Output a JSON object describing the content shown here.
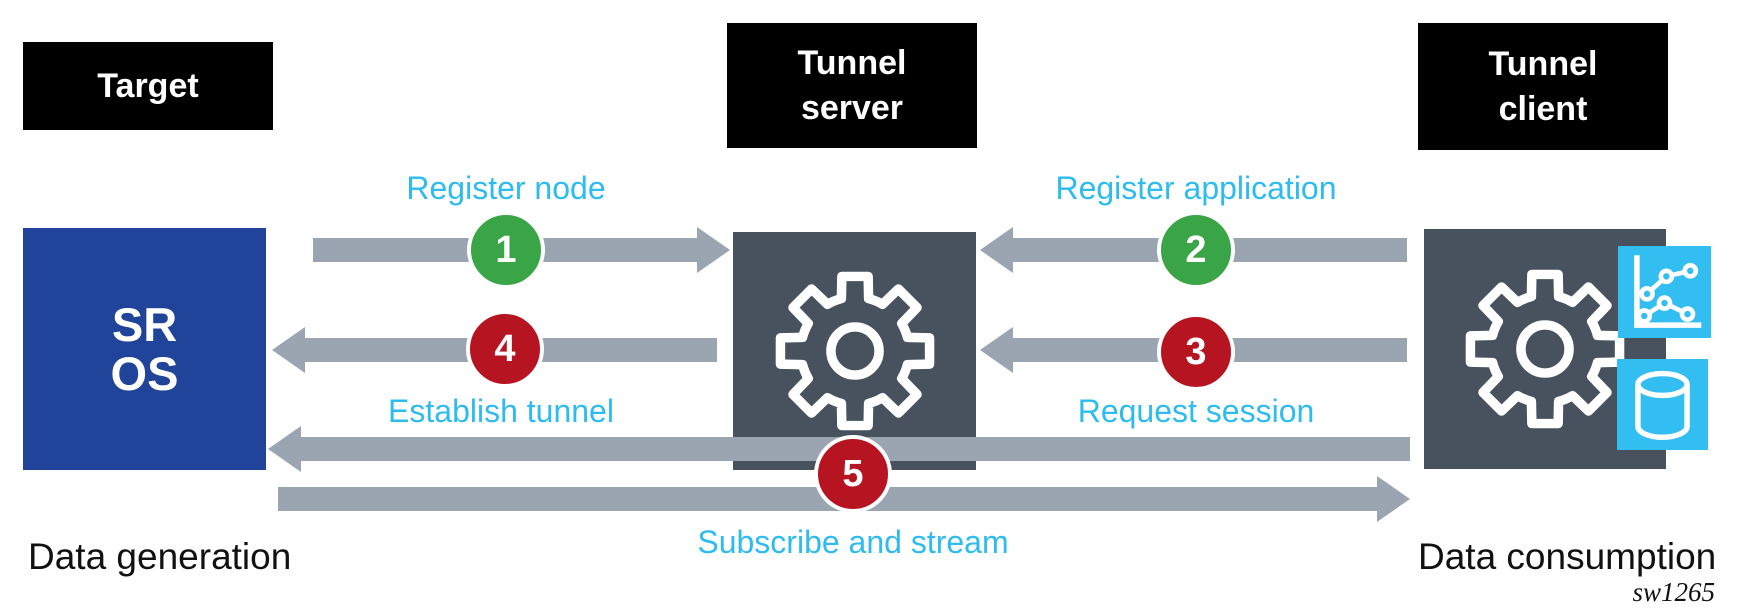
{
  "colors": {
    "black_box": "#000000",
    "blue": "#1f4499",
    "slate": "#47525e",
    "gray_arrow": "#9aa5b1",
    "green": "#3aa546",
    "red": "#b61420",
    "cyan_text": "#2ebcf0",
    "cyan_icon": "#33bef2"
  },
  "header_boxes": {
    "target": "Target",
    "tunnel_server": "Tunnel\nserver",
    "tunnel_client": "Tunnel\nclient"
  },
  "nodes": {
    "sros": "SR\nOS",
    "server_gear_icon": "gear-icon",
    "client_gear_icon": "gear-icon",
    "chart_icon": "line-chart-icon",
    "database_icon": "database-icon"
  },
  "steps": [
    {
      "num": "1",
      "label": "Register node",
      "color": "green",
      "direction": "target-to-server"
    },
    {
      "num": "2",
      "label": "Register application",
      "color": "green",
      "direction": "client-to-server"
    },
    {
      "num": "3",
      "label": "Request session",
      "color": "red",
      "direction": "client-to-server"
    },
    {
      "num": "4",
      "label": "Establish tunnel",
      "color": "red",
      "direction": "server-to-target"
    },
    {
      "num": "5",
      "label": "Subscribe and stream",
      "color": "red",
      "direction": "bidirectional"
    }
  ],
  "footer": {
    "left": "Data generation",
    "right": "Data consumption",
    "watermark": "sw1265"
  }
}
